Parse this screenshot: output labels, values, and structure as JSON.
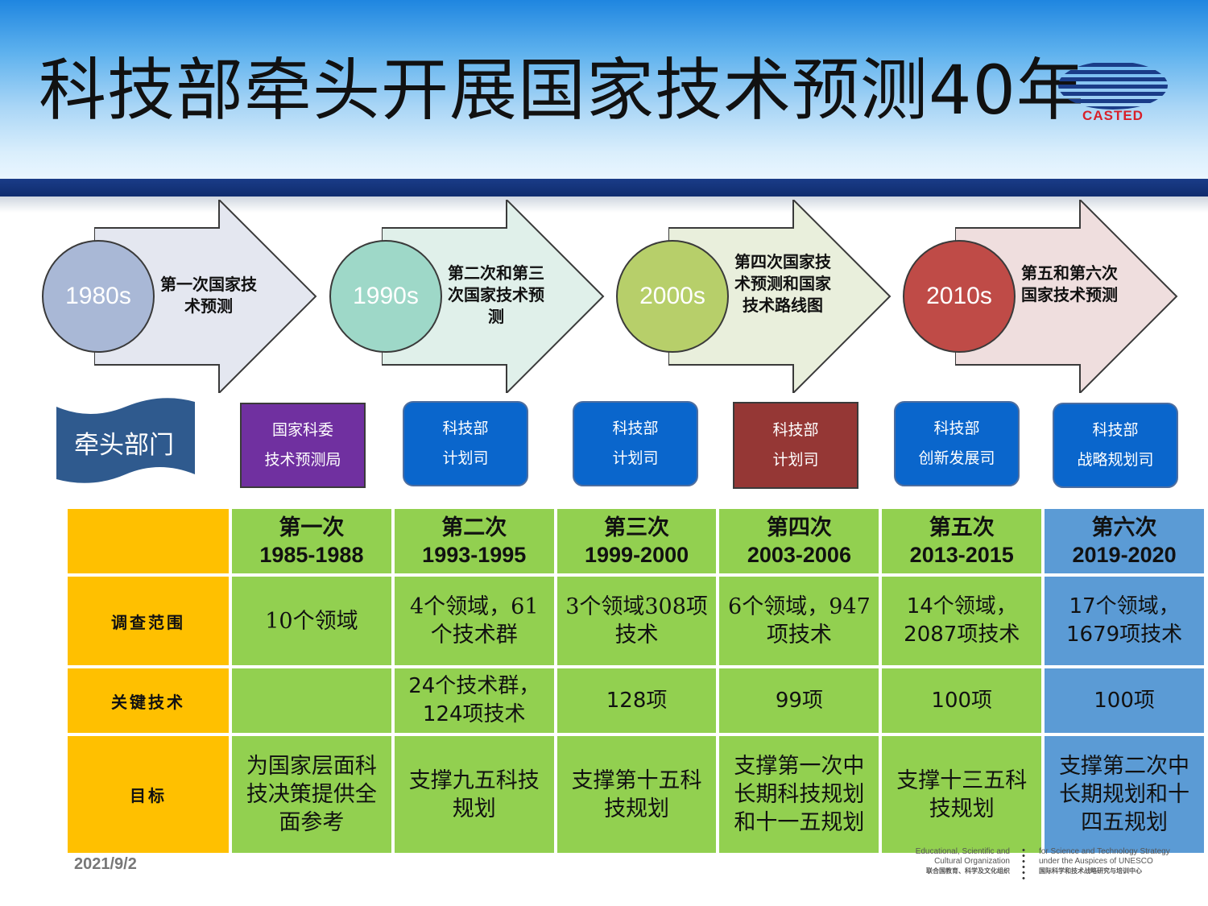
{
  "title": "科技部牵头开展国家技术预测40年",
  "logo": {
    "text": "CASTED",
    "color": "#d8202a"
  },
  "stages": [
    {
      "decade": "1980s",
      "label": "第一次国家技术预测",
      "circle_color": "#a9b8d6",
      "arrow_color": "#e4e7f0"
    },
    {
      "decade": "1990s",
      "label": "第二次和第三次国家技术预测",
      "circle_color": "#9ed8c8",
      "arrow_color": "#e0f0ea"
    },
    {
      "decade": "2000s",
      "label": "第四次国家技术预测和国家技术路线图",
      "circle_color": "#b7cf6a",
      "arrow_color": "#e9efdc"
    },
    {
      "decade": "2010s",
      "label": "第五和第六次国家技术预测",
      "circle_color": "#bf4b47",
      "arrow_color": "#efdede"
    }
  ],
  "lead_label": "牵头部门",
  "departments": [
    {
      "line1": "国家科委",
      "line2": "技术预测局",
      "color": "#7030a0"
    },
    {
      "line1": "科技部",
      "line2": "计划司",
      "color": "#0a66cc"
    },
    {
      "line1": "科技部",
      "line2": "计划司",
      "color": "#0a66cc"
    },
    {
      "line1": "科技部",
      "line2": "计划司",
      "color": "#953735"
    },
    {
      "line1": "科技部",
      "line2": "创新发展司",
      "color": "#0a66cc"
    },
    {
      "line1": "科技部",
      "line2": "战略规划司",
      "color": "#0a66cc"
    }
  ],
  "table": {
    "columns": [
      {
        "round": "第一次",
        "years": "1985-1988"
      },
      {
        "round": "第二次",
        "years": "1993-1995"
      },
      {
        "round": "第三次",
        "years": "1999-2000"
      },
      {
        "round": "第四次",
        "years": "2003-2006"
      },
      {
        "round": "第五次",
        "years": "2013-2015"
      },
      {
        "round": "第六次",
        "years": "2019-2020"
      }
    ],
    "rows": [
      {
        "label": "调查范围",
        "cells": [
          "10个领域",
          "4个领域，61个技术群",
          "3个领域308项技术",
          "6个领域，947项技术",
          "14个领域，2087项技术",
          "17个领域，1679项技术"
        ]
      },
      {
        "label": "关键技术",
        "cells": [
          "",
          "24个技术群，124项技术",
          "128项",
          "99项",
          "100项",
          "100项"
        ]
      },
      {
        "label": "目标",
        "cells": [
          "为国家层面科技决策提供全面参考",
          "支撑九五科技规划",
          "支撑第十五科技规划",
          "支撑第一次中长期科技规划和十一五规划",
          "支撑十三五科技规划",
          "支撑第二次中长期规划和十四五规划"
        ]
      }
    ],
    "colors": {
      "label": "#ffc000",
      "body": "#92d050",
      "highlight": "#5b9bd5"
    }
  },
  "date": "2021/9/2",
  "footer": {
    "left": [
      "Educational, Scientific and",
      "Cultural Organization",
      "联合国教育、科学及文化组织"
    ],
    "right": [
      "for Science and Technology Strategy",
      "under the Auspices of UNESCO",
      "国际科学和技术战略研究与培训中心"
    ]
  }
}
